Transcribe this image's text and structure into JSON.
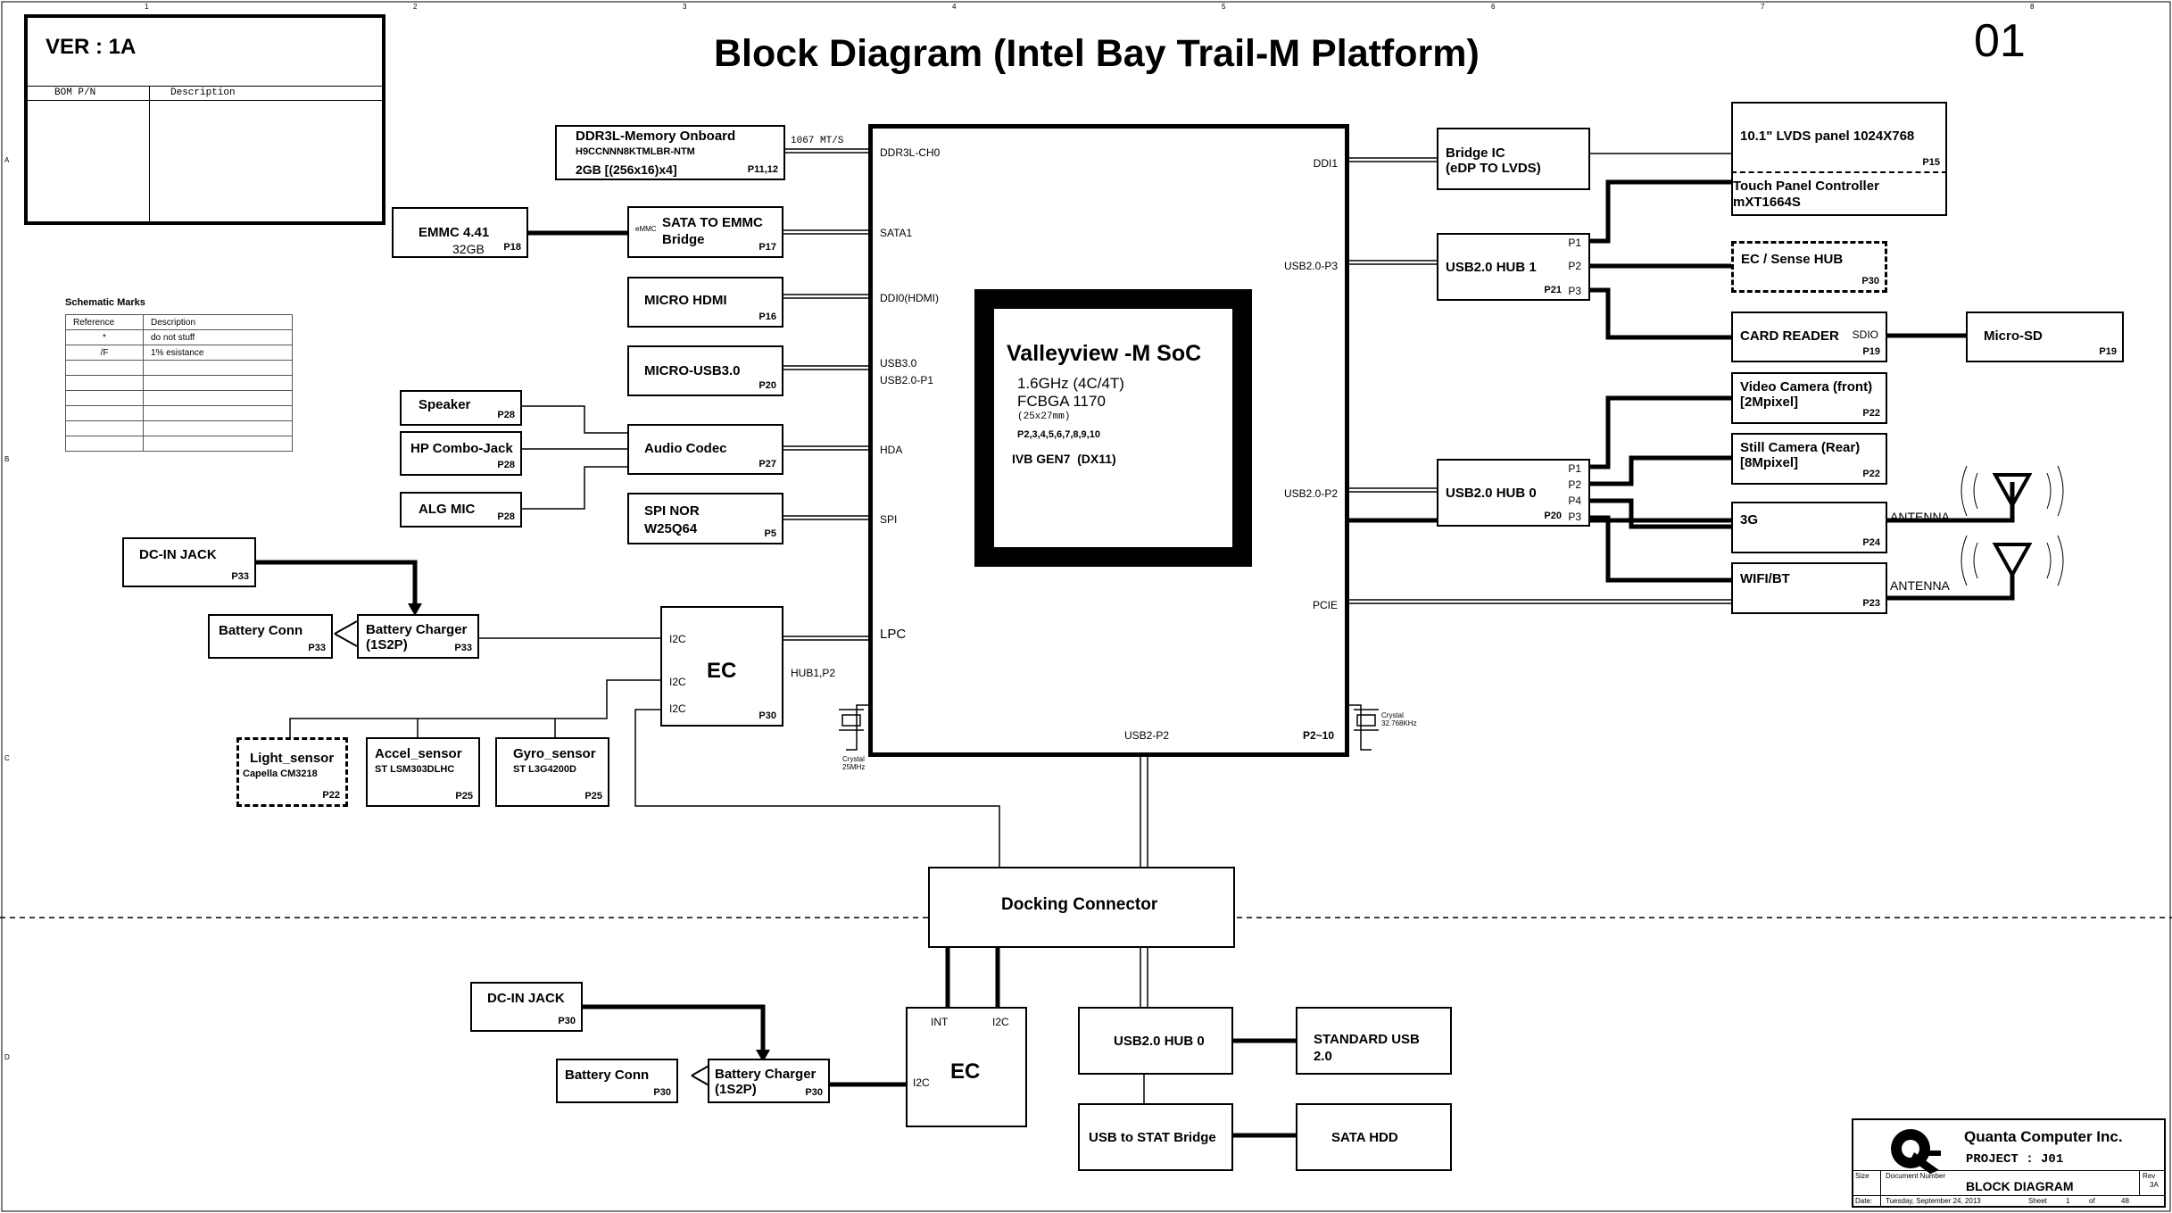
{
  "title": "Block Diagram (Intel Bay Trail-M Platform)",
  "page_number": "01",
  "version_box": {
    "version": "VER : 1A",
    "col_bom": "BOM P/N",
    "col_desc": "Description"
  },
  "schematic_marks": {
    "title": "Schematic Marks",
    "headers": [
      "Reference",
      "Description"
    ],
    "rows": [
      [
        "*",
        "do not stuff"
      ],
      [
        "/F",
        "1% esistance"
      ]
    ]
  },
  "soc": {
    "name": "Valleyview -M SoC",
    "line1": "1.6GHz (4C/4T)",
    "line2": "FCBGA 1170",
    "line3": "(25x27mm)",
    "pages": "P2,3,4,5,6,7,8,9,10",
    "gpu": "IVB GEN7  (DX11)",
    "page_range": "P2~10",
    "pins": {
      "ddr": "DDR3L-CH0",
      "sata": "SATA1",
      "hdmi": "DDI0(HDMI)",
      "usb3": "USB3.0",
      "usb2p1": "USB2.0-P1",
      "hda": "HDA",
      "spi": "SPI",
      "lpc": "LPC",
      "ddi1": "DDI1",
      "usb2p3": "USB2.0-P3",
      "usb2p2r": "USB2.0-P2",
      "pcie": "PCIE",
      "usb2p2b": "USB2-P2"
    }
  },
  "blocks": {
    "ddr": {
      "name": "DDR3L-Memory Onboard",
      "part": "H9CCNNN8KTMLBR-NTM",
      "config": "2GB [(256x16)x4]",
      "page": "P11,12",
      "speed": "1067 MT/S"
    },
    "emmc": {
      "name": "EMMC 4.41",
      "size": "32GB",
      "page": "P18"
    },
    "sata_emmc": {
      "prefix": "eMMC",
      "name1": "SATA TO EMMC",
      "name2": "Bridge",
      "page": "P17"
    },
    "hdmi": {
      "name": "MICRO HDMI",
      "page": "P16"
    },
    "usb3": {
      "name": "MICRO-USB3.0",
      "page": "P20"
    },
    "speaker": {
      "name": "Speaker",
      "page": "P28"
    },
    "hpjack": {
      "name": "HP Combo-Jack",
      "page": "P28"
    },
    "algmic": {
      "name": "ALG MIC",
      "page": "P28"
    },
    "codec": {
      "name": "Audio Codec",
      "page": "P27"
    },
    "spi": {
      "name1": "SPI NOR",
      "name2": "W25Q64",
      "page": "P5"
    },
    "dcin": {
      "name": "DC-IN JACK",
      "page": "P33"
    },
    "batt": {
      "name": "Battery Conn",
      "page": "P33"
    },
    "charger": {
      "name1": "Battery Charger",
      "name2": "(1S2P)",
      "page": "P33"
    },
    "ec": {
      "name": "EC",
      "page": "P30",
      "i2c": "I2C",
      "hub": "HUB1,P2"
    },
    "light": {
      "name": "Light_sensor",
      "part": "Capella CM3218",
      "page": "P22"
    },
    "accel": {
      "name": "Accel_sensor",
      "part": "ST LSM303DLHC",
      "page": "P25"
    },
    "gyro": {
      "name": "Gyro_sensor",
      "part": "ST L3G4200D",
      "page": "P25"
    },
    "bridge": {
      "name1": "Bridge IC",
      "name2": "(eDP TO LVDS)"
    },
    "lvds": {
      "name": "10.1\" LVDS panel 1024X768",
      "page": "P15"
    },
    "touch": {
      "name1": "Touch Panel Controller",
      "name2": "mXT1664S"
    },
    "hub1": {
      "name": "USB2.0 HUB 1",
      "page": "P21",
      "p1": "P1",
      "p2": "P2",
      "p3": "P3"
    },
    "ecsense": {
      "name": "EC / Sense HUB",
      "page": "P30"
    },
    "card": {
      "name": "CARD READER",
      "sdio": "SDIO",
      "page": "P19"
    },
    "microsd": {
      "name": "Micro-SD",
      "page": "P19"
    },
    "hub0": {
      "name": "USB2.0 HUB 0",
      "page": "P20",
      "p1": "P1",
      "p2": "P2",
      "p4": "P4",
      "p3": "P3"
    },
    "vcam": {
      "name1": "Video Camera (front)",
      "name2": "[2Mpixel]",
      "page": "P22"
    },
    "scam": {
      "name1": "Still Camera (Rear)",
      "name2": "[8Mpixel]",
      "page": "P22"
    },
    "g3": {
      "name": "3G",
      "page": "P24",
      "antenna": "ANTENNA"
    },
    "wifi": {
      "name": "WIFI/BT",
      "page": "P23",
      "antenna": "ANTENNA"
    },
    "crystal1": {
      "name": "Crystal",
      "freq": "25MHz"
    },
    "crystal2": {
      "name": "Crystal",
      "freq": "32.768KHz"
    }
  },
  "dock": {
    "name": "Docking Connector",
    "dcin": {
      "name": "DC-IN JACK",
      "page": "P30"
    },
    "batt": {
      "name": "Battery Conn",
      "page": "P30"
    },
    "charger": {
      "name1": "Battery Charger",
      "name2": "(1S2P)",
      "page": "P30"
    },
    "ec": {
      "name": "EC",
      "int": "INT",
      "i2c": "I2C"
    },
    "hub0": {
      "name": "USB2.0 HUB 0"
    },
    "usb": {
      "name1": "STANDARD USB",
      "name2": "2.0"
    },
    "sata_bridge": {
      "name": "USB to STAT Bridge"
    },
    "hdd": {
      "name": "SATA HDD"
    }
  },
  "title_block": {
    "company": "Quanta Computer Inc.",
    "project": "PROJECT : J01",
    "sheet_title": "BLOCK DIAGRAM",
    "size_label": "Size",
    "doc_label": "Document Number",
    "rev_label": "Rev",
    "rev": "3A",
    "date_label": "Date:",
    "date": "Tuesday, September 24, 2013",
    "sheet_label": "Sheet",
    "sheet": "1",
    "of_label": "of",
    "total": "48"
  },
  "frame": {
    "columns": [
      "1",
      "2",
      "3",
      "4",
      "5",
      "6",
      "7",
      "8"
    ],
    "rows": [
      "A",
      "B",
      "C",
      "D"
    ]
  }
}
